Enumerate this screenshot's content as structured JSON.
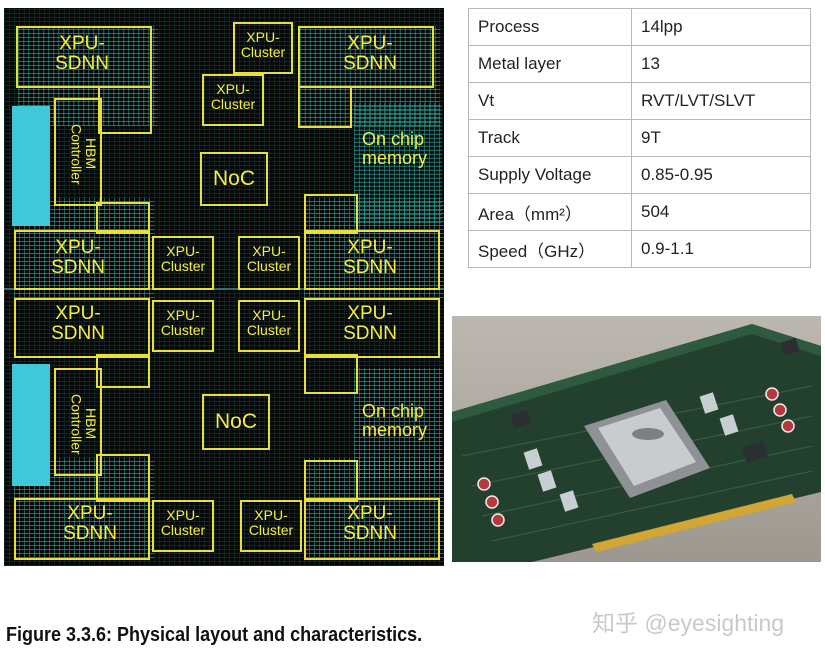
{
  "die": {
    "sdnn_label": "XPU-\nSDNN",
    "cluster_label": "XPU-\nCluster",
    "noc_label": "NoC",
    "memory_label": "On chip\nmemory",
    "hbm_label": "HBM\nController"
  },
  "spec_table": [
    {
      "param": "Process",
      "value": "14lpp"
    },
    {
      "param": "Metal layer",
      "value": "13"
    },
    {
      "param": "Vt",
      "value": "RVT/LVT/SLVT"
    },
    {
      "param": "Track",
      "value": "9T"
    },
    {
      "param": "Supply Voltage",
      "value": "0.85-0.95"
    },
    {
      "param": "Area（mm²）",
      "value": "504"
    },
    {
      "param": "Speed（GHz）",
      "value": "0.9-1.1"
    }
  ],
  "caption": "Figure 3.3.6: Physical layout and characteristics.",
  "watermark": "知乎 @eyesighting",
  "colors": {
    "label": "#f4ee44",
    "die_bg": "#050806",
    "trace": "#28aaa0",
    "board": "#23402f"
  }
}
